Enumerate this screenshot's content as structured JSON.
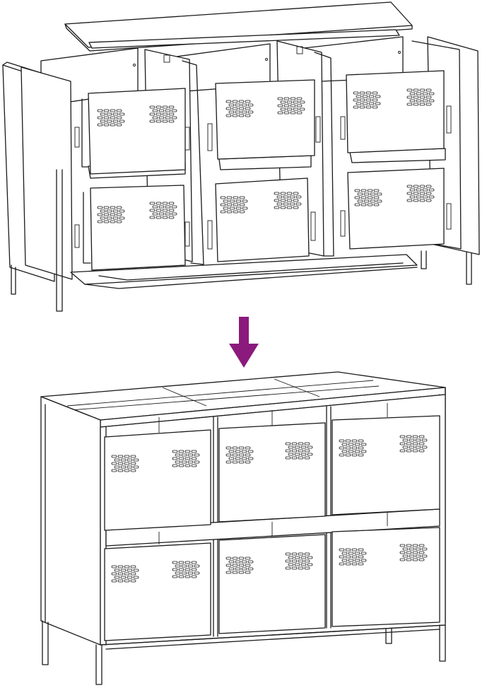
{
  "diagram": {
    "kind": "assembly-instruction",
    "steps": [
      "exploded-view",
      "assembled-view"
    ],
    "arrow_color": "#8b1a7d",
    "line_color": "#1a1a1a",
    "background": "#ffffff",
    "cabinet": {
      "columns": 3,
      "doors_per_column": 2
    }
  }
}
